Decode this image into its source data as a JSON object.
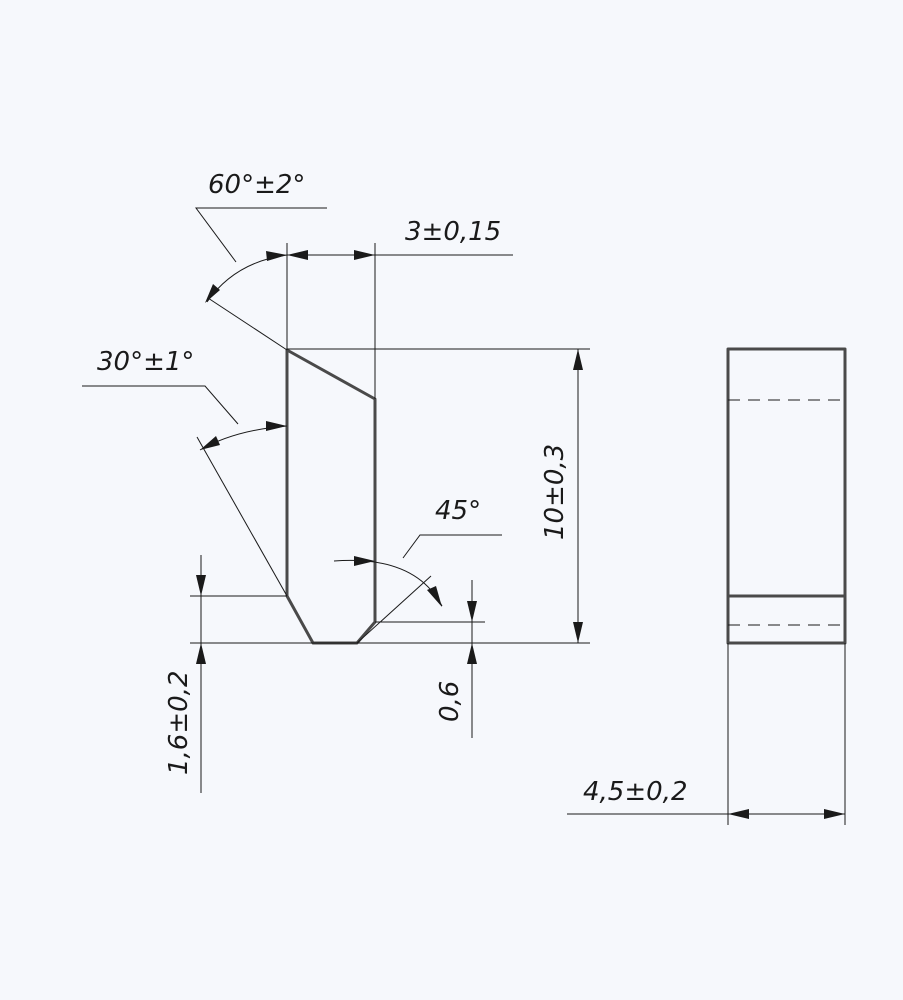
{
  "dimensions": {
    "angle_60": "60°±2°",
    "width_3": "3±0,15",
    "angle_30": "30°±1°",
    "angle_45": "45°",
    "height_10": "10±0,3",
    "height_1_6": "1,6±0,2",
    "chamfer_0_6": "0,6",
    "thickness_4_5": "4,5±0,2"
  },
  "colors": {
    "background": "#f6f8fc",
    "outline": "#4a4a4a",
    "line": "#1a1a1a"
  }
}
